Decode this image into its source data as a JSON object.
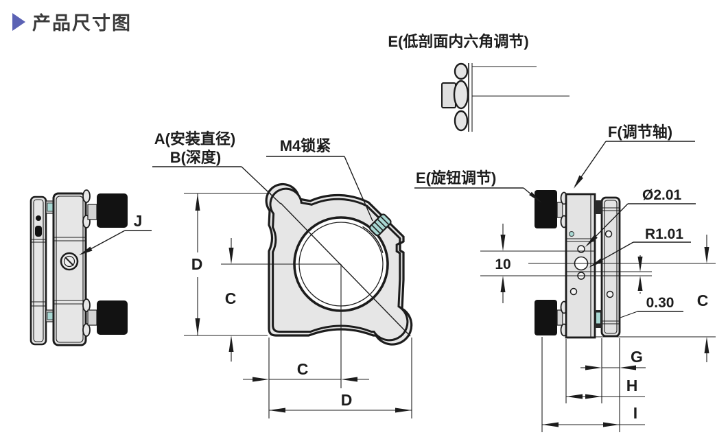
{
  "page": {
    "title": "产品尺寸图"
  },
  "colors": {
    "accent_triangle": "#5b62b4",
    "line": "#1c1c1c",
    "part_fill": "#e6e6e6",
    "knob_fill": "#121212",
    "teal_accent": "#a9d8d3"
  },
  "labels": {
    "hex_detail": "E(低剖面内六角调节)",
    "mount_diameter": "A(安装直径)",
    "depth": "B(深度)",
    "m4_lock": "M4锁紧",
    "knob_adjust": "E(旋钮调节)",
    "adjust_axis": "F(调节轴)",
    "diameter_201": "Ø2.01",
    "radius_101": "R1.01",
    "gap_030": "0.30",
    "dim_10": "10",
    "dim_c": "C",
    "dim_d": "D",
    "dim_g": "G",
    "dim_h": "H",
    "dim_i": "I",
    "dim_j": "J"
  }
}
